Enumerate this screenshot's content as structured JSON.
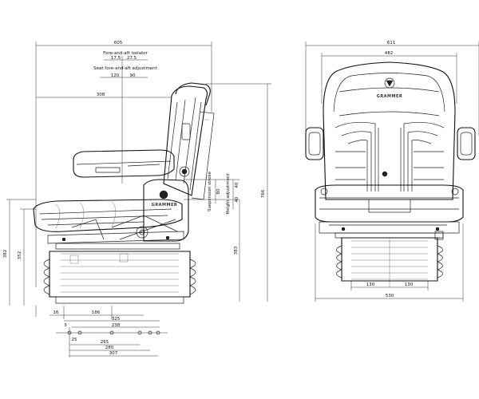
{
  "side_view": {
    "overall_width": "605",
    "fore_aft_isolator": {
      "label": "Fore-and-aft isolator",
      "left": "17.5",
      "right": "27.5"
    },
    "seat_fore_aft": {
      "label": "Seat fore-and-aft adjustment",
      "left": "120",
      "right": "90"
    },
    "backrest_offset": "308",
    "suspension_stroke": {
      "label": "Suspension stroke",
      "value": "80"
    },
    "height_adjustment": {
      "label": "Height adjustment",
      "low": "40",
      "high": "40"
    },
    "overall_height": "766",
    "base_height_outer": "382",
    "base_height_inner": "352",
    "right_height": "383",
    "bottom_left": "16",
    "bottom_mid": "186",
    "holes": {
      "d325": "325",
      "d238": "238",
      "d3": "3",
      "d25": "25",
      "d265": "265",
      "d280": "280",
      "d307": "307"
    },
    "logo_text": "GRAMMER"
  },
  "front_view": {
    "overall_width": "611",
    "backrest_width": "482",
    "logo_text": "GRAMMER",
    "left_offset": "130",
    "right_offset": "130",
    "base_width": "530"
  }
}
